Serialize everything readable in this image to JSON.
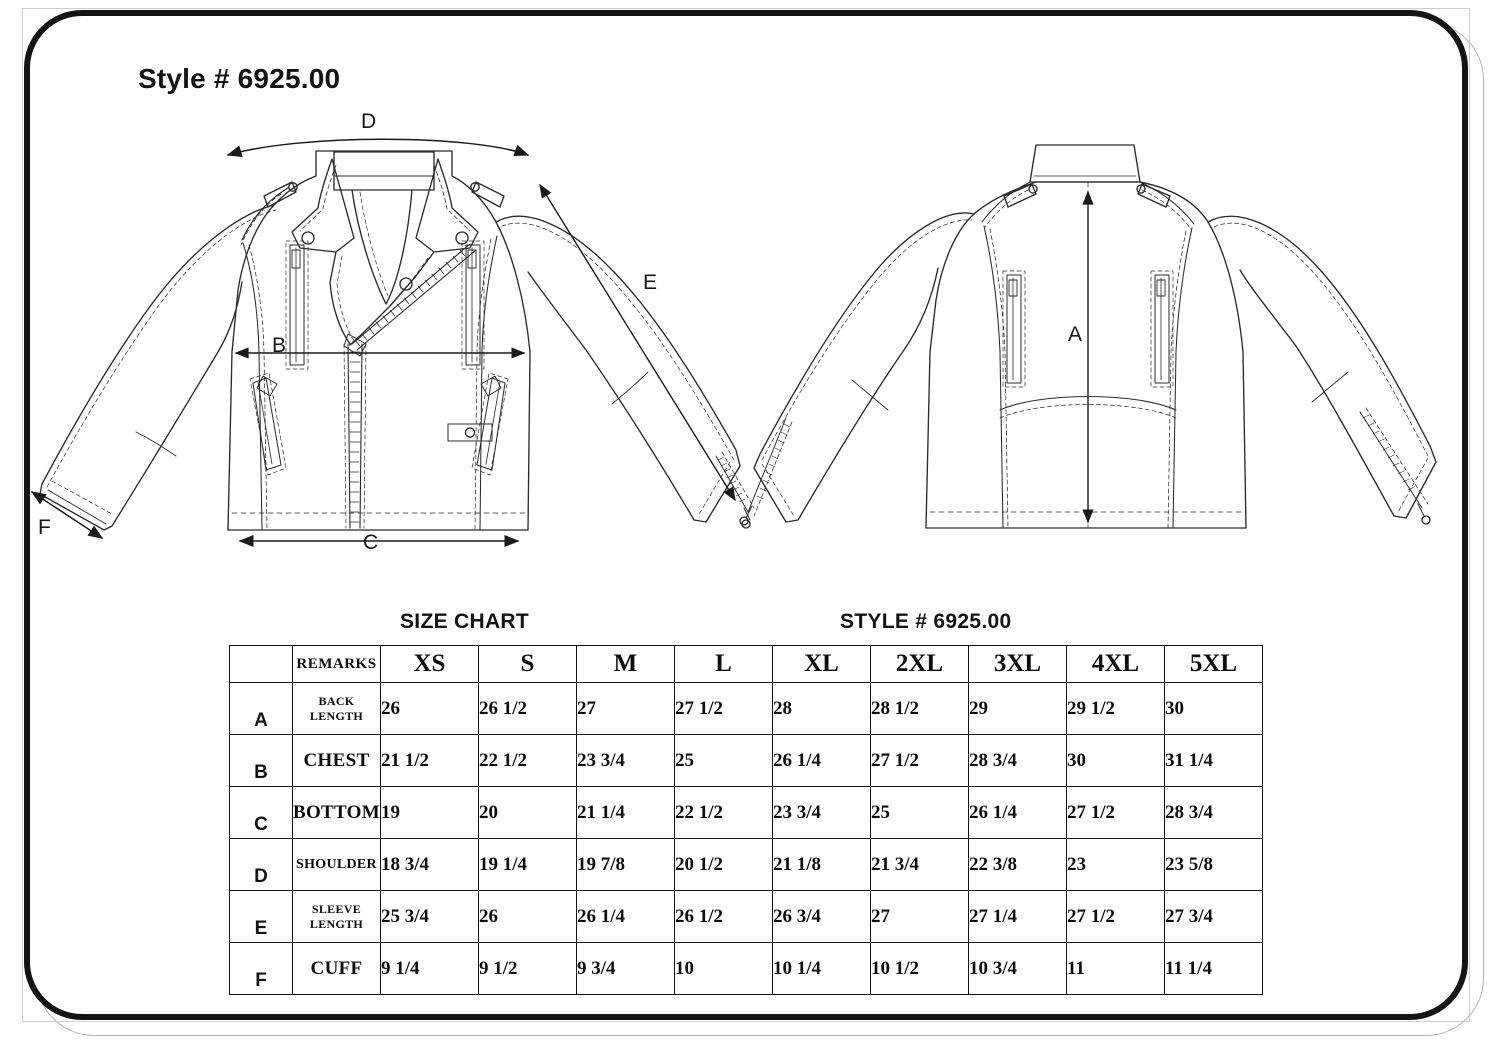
{
  "document": {
    "style_title": "Style # 6925.00",
    "garment": "asymmetric-biker-jacket-tech-flat"
  },
  "headings": {
    "size_chart": "SIZE CHART",
    "style_number": "STYLE #  6925.00"
  },
  "callouts": {
    "front": {
      "shoulder": "D",
      "chest": "B",
      "bottom": "C",
      "sleeve": "E",
      "cuff": "F"
    },
    "back": {
      "back_length": "A"
    }
  },
  "table": {
    "corner_label": "",
    "remarks_header": "REMARKS",
    "size_headers": [
      "XS",
      "S",
      "M",
      "L",
      "XL",
      "2XL",
      "3XL",
      "4XL",
      "5XL"
    ],
    "rows": [
      {
        "letter": "A",
        "remark": "BACK LENGTH",
        "remark_size": "small",
        "values": [
          "26",
          "26 1/2",
          "27",
          "27 1/2",
          "28",
          "28 1/2",
          "29",
          "29 1/2",
          "30"
        ]
      },
      {
        "letter": "B",
        "remark": "CHEST",
        "remark_size": "big",
        "values": [
          "21 1/2",
          "22 1/2",
          "23 3/4",
          "25",
          "26 1/4",
          "27 1/2",
          "28 3/4",
          "30",
          "31 1/4"
        ]
      },
      {
        "letter": "C",
        "remark": "BOTTOM",
        "remark_size": "big",
        "values": [
          "19",
          "20",
          "21 1/4",
          "22 1/2",
          "23 3/4",
          "25",
          "26 1/4",
          "27 1/2",
          "28 3/4"
        ]
      },
      {
        "letter": "D",
        "remark": "SHOULDER",
        "remark_size": "mid",
        "values": [
          "18 3/4",
          "19 1/4",
          "19 7/8",
          "20 1/2",
          "21 1/8",
          "21 3/4",
          "22 3/8",
          "23",
          "23 5/8"
        ]
      },
      {
        "letter": "E",
        "remark": "SLEEVE LENGTH",
        "remark_size": "small",
        "values": [
          "25 3/4",
          "26",
          "26 1/4",
          "26 1/2",
          "26 3/4",
          "27",
          "27 1/4",
          "27 1/2",
          "27 3/4"
        ]
      },
      {
        "letter": "F",
        "remark": "CUFF",
        "remark_size": "big",
        "values": [
          "9 1/4",
          "9 1/2",
          "9 3/4",
          "10",
          "10 1/4",
          "10 1/2",
          "10 3/4",
          "11",
          "11 1/4"
        ]
      }
    ]
  },
  "colors": {
    "frame": "#141414",
    "line": "#2b2b2b",
    "stitch": "#555555",
    "background": "#ffffff",
    "shadow": "#b5b5b5"
  }
}
